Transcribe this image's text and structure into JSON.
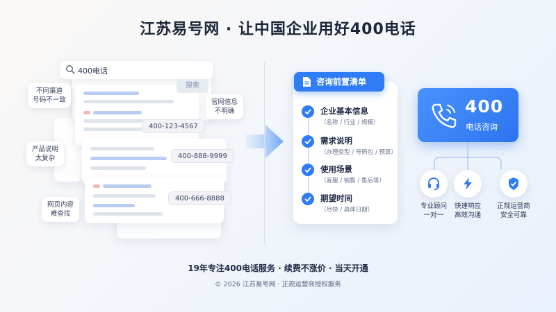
{
  "title": "江苏易号网 · 让中国企业用好400电话",
  "search": {
    "query": "400电话",
    "button": "搜索"
  },
  "phone_chips": [
    "400-123-4567",
    "400-888-9999",
    "400-666-8888"
  ],
  "pain_points": [
    [
      "不同渠道",
      "号码不一致"
    ],
    [
      "官网信息",
      "不明确"
    ],
    [
      "产品说明",
      "太复杂"
    ],
    [
      "网页内容",
      "难查找"
    ]
  ],
  "checklist": {
    "header": "咨询前置清单",
    "items": [
      {
        "title": "企业基本信息",
        "sub": "（名称 / 行业 / 规模）"
      },
      {
        "title": "需求说明",
        "sub": "（办理类型 / 号码包 / 预算）"
      },
      {
        "title": "使用场景",
        "sub": "（客服 / 销售 / 售后等）"
      },
      {
        "title": "期望时间",
        "sub": "（尽快 / 具体日期）"
      }
    ]
  },
  "tile": {
    "number": "400",
    "label": "电话咨询"
  },
  "features": [
    {
      "icon": "headset-icon",
      "lines": [
        "专业顾问",
        "一对一"
      ]
    },
    {
      "icon": "lightning-icon",
      "lines": [
        "快速响应",
        "高效沟通"
      ]
    },
    {
      "icon": "shield-check-icon",
      "lines": [
        "正规运营商",
        "安全可靠"
      ]
    }
  ],
  "footer": {
    "line1": "19年专注400电话服务 · 续费不涨价 · 当天开通",
    "line2": "© 2026 江苏易号网 · 正规运营商授权服务"
  },
  "colors": {
    "accent": "#2f7cf6",
    "accent_light": "#9ec3f5",
    "title": "#1b2438"
  }
}
